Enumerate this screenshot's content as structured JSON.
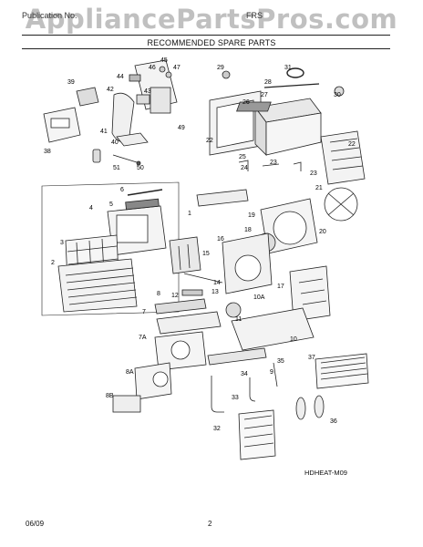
{
  "watermark": "AppliancePartsPros.com",
  "header": {
    "left_text": "Publication No.",
    "model": "FRS"
  },
  "subtitle": "RECOMMENDED SPARE PARTS",
  "diagram_code": "HDHEAT-M09",
  "footer": {
    "date": "06/09",
    "page": "2"
  },
  "callouts": [
    "44",
    "45",
    "46",
    "47",
    "39",
    "42",
    "43",
    "49",
    "41",
    "40",
    "38",
    "51",
    "50",
    "29",
    "28",
    "31",
    "30",
    "26",
    "27",
    "22",
    "25",
    "23",
    "24",
    "23",
    "21",
    "22",
    "6",
    "5",
    "4",
    "1",
    "19",
    "3",
    "18",
    "20",
    "16",
    "15",
    "2",
    "14",
    "13",
    "12",
    "17",
    "10A",
    "8",
    "7",
    "11",
    "10",
    "7A",
    "37",
    "34",
    "35",
    "9",
    "8A",
    "33",
    "36",
    "8B",
    "32"
  ]
}
